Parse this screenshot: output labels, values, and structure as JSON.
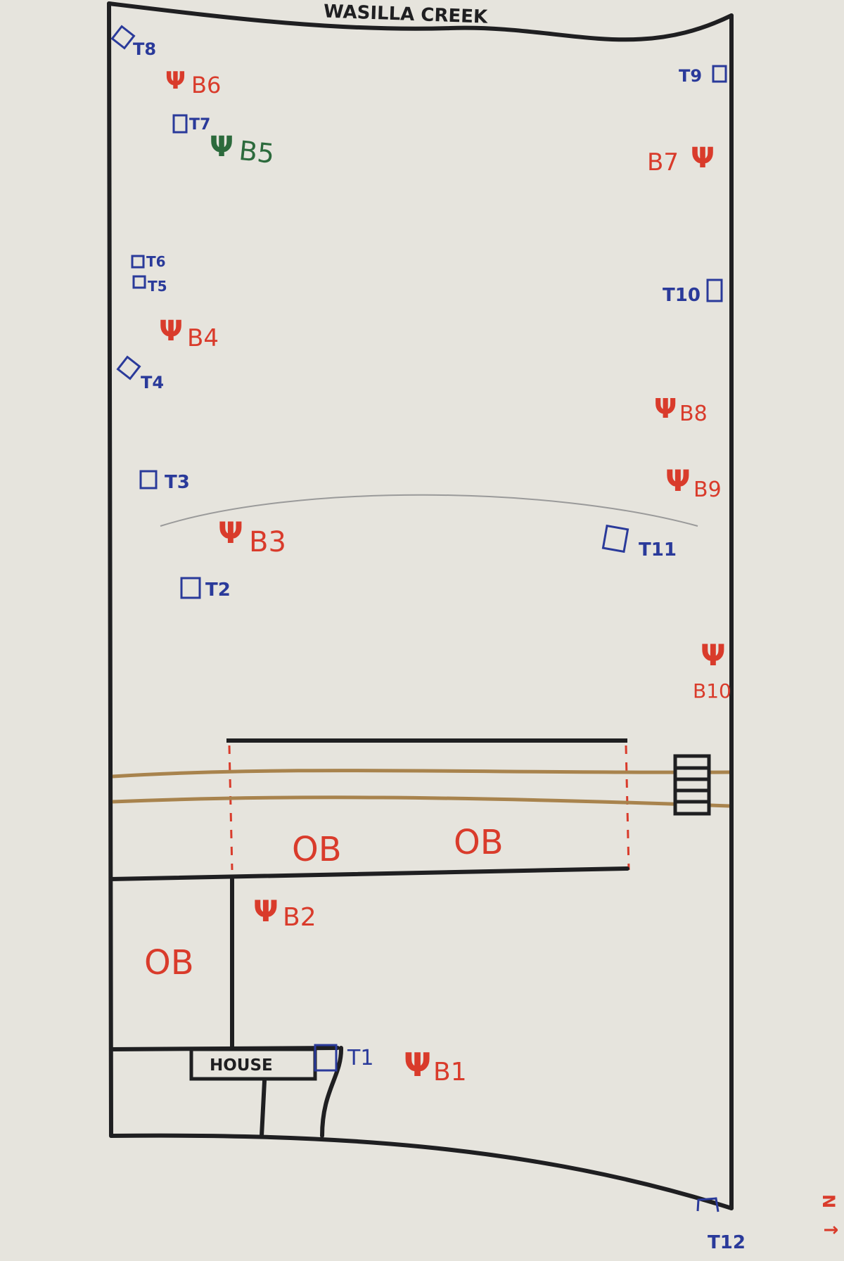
{
  "colors": {
    "paper": "#e6e4dd",
    "ink": "#1f1f21",
    "blue": "#2a3a9a",
    "red": "#d93b2b",
    "green": "#2c6a3c",
    "brown": "#a8834d",
    "pencil": "#9a9a9a"
  },
  "header": {
    "title": "WASILLA CREEK"
  },
  "structures": {
    "house": "HOUSE",
    "ob_a": "OB",
    "ob_b": "OB",
    "ob_c": "OB"
  },
  "trees": {
    "t1": "T1",
    "t2": "T2",
    "t3": "T3",
    "t4": "T4",
    "t5": "T5",
    "t6": "T6",
    "t7": "T7",
    "t8": "T8",
    "t9": "T9",
    "t10": "T10",
    "t11": "T11",
    "t12": "T12"
  },
  "beacons": {
    "symbol": "Ψ",
    "b1": "B1",
    "b2": "B2",
    "b3": "B3",
    "b4": "B4",
    "b5": "B5",
    "b6": "B6",
    "b7": "B7",
    "b8": "B8",
    "b9": "B9",
    "b10": "B10"
  },
  "compass": {
    "label": "N"
  }
}
